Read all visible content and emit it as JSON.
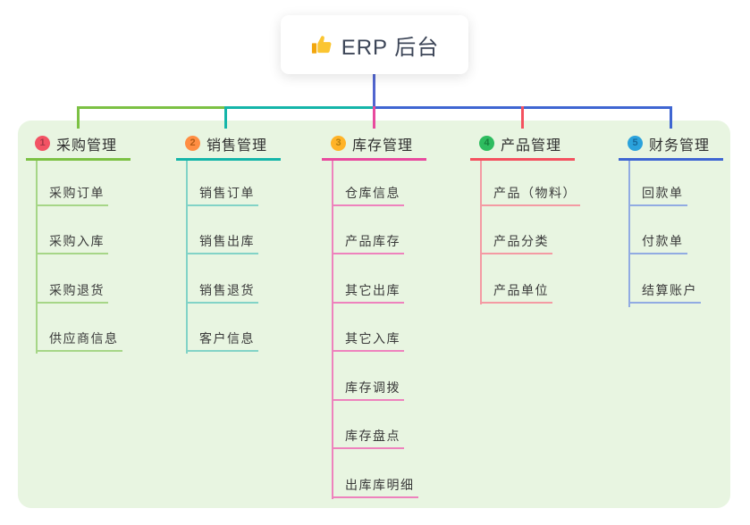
{
  "root": {
    "title": "ERP 后台",
    "icon": "thumbs-up-icon"
  },
  "connector": {
    "root_line_color": "#5165cf"
  },
  "canvas": {
    "background": "#ffffff",
    "panel_color": "#e8f5e1"
  },
  "branches": [
    {
      "num": "1",
      "label": "采购管理",
      "circle_color": "#f25364",
      "digit_color": "#a53747",
      "line_color": "#7cc144",
      "child_line_color": "#a6d687",
      "children": [
        "采购订单",
        "采购入库",
        "采购退货",
        "供应商信息"
      ]
    },
    {
      "num": "2",
      "label": "销售管理",
      "circle_color": "#ff8e43",
      "digit_color": "#b55c17",
      "line_color": "#15b5a9",
      "child_line_color": "#82d3c7",
      "children": [
        "销售订单",
        "销售出库",
        "销售退货",
        "客户信息"
      ]
    },
    {
      "num": "3",
      "label": "库存管理",
      "circle_color": "#ffb327",
      "digit_color": "#b57e0e",
      "line_color": "#e84a9e",
      "child_line_color": "#ee82bd",
      "children": [
        "仓库信息",
        "产品库存",
        "其它出库",
        "其它入库",
        "库存调拨",
        "库存盘点",
        "出库库明细"
      ]
    },
    {
      "num": "4",
      "label": "产品管理",
      "circle_color": "#2ebc5f",
      "digit_color": "#16813c",
      "line_color": "#f4515f",
      "child_line_color": "#f49aa3",
      "children": [
        "产品（物料）",
        "产品分类",
        "产品单位"
      ]
    },
    {
      "num": "5",
      "label": "财务管理",
      "circle_color": "#2ba2dc",
      "digit_color": "#166a9c",
      "line_color": "#3f66d2",
      "child_line_color": "#91abe2",
      "children": [
        "回款单",
        "付款单",
        "结算账户"
      ]
    }
  ]
}
